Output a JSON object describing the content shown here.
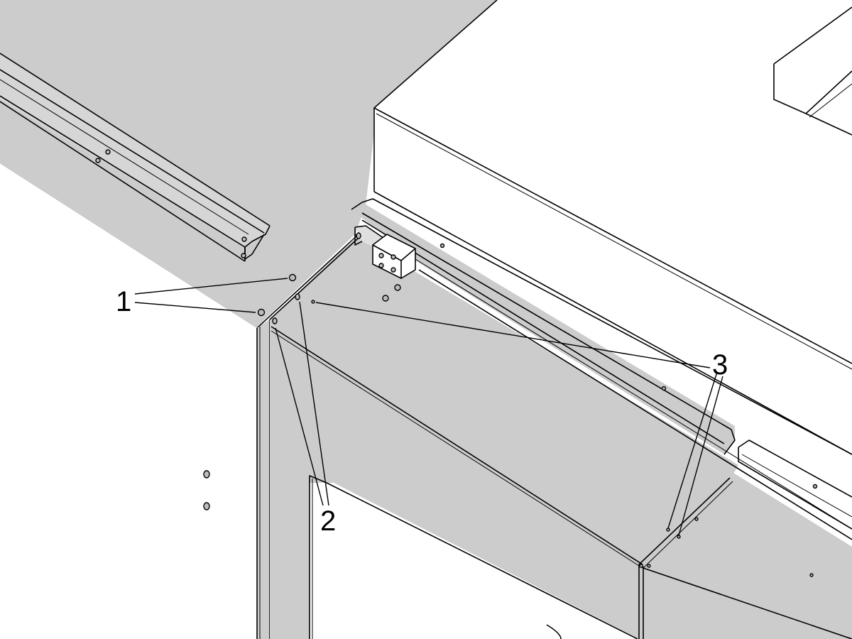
{
  "callouts": {
    "one": "1",
    "two": "2",
    "three": "3"
  },
  "colors": {
    "panel_gray": "#cccccc",
    "panel_white": "#ffffff",
    "line": "#000000"
  }
}
